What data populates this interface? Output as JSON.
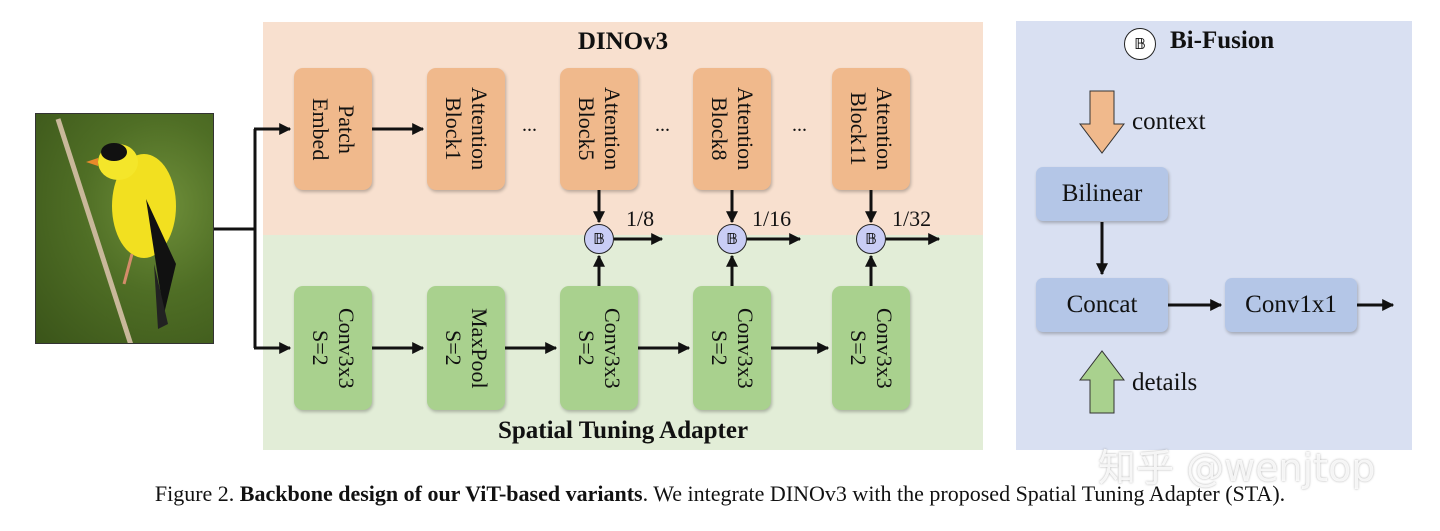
{
  "dino": {
    "title": "DINOv3"
  },
  "sta": {
    "title": "Spatial Tuning Adapter"
  },
  "dino_blocks": [
    {
      "text": "Patch\nEmbed"
    },
    {
      "text": "Attention\nBlock1"
    },
    {
      "text": "Attention\nBlock5"
    },
    {
      "text": "Attention\nBlock8"
    },
    {
      "text": "Attention\nBlock11"
    }
  ],
  "sta_blocks": [
    {
      "text": "Conv3x3\nS=2"
    },
    {
      "text": "MaxPool\nS=2"
    },
    {
      "text": "Conv3x3\nS=2"
    },
    {
      "text": "Conv3x3\nS=2"
    },
    {
      "text": "Conv3x3\nS=2"
    }
  ],
  "ellipsis": "...",
  "fusion_symbol": "𝔹",
  "scales": [
    "1/8",
    "1/16",
    "1/32"
  ],
  "bifusion": {
    "title": "Bi-Fusion",
    "context": "context",
    "details": "details",
    "bilinear": "Bilinear",
    "concat": "Concat",
    "conv": "Conv1x1"
  },
  "caption": {
    "prefix": "Figure 2. ",
    "bold": "Backbone design of our ViT-based variants",
    "rest": ". We integrate DINOv3 with the proposed Spatial Tuning Adapter (STA)."
  },
  "watermark": "知乎 @wenjtop",
  "colors": {
    "dino_panel": "#f8e0cf",
    "sta_panel": "#e2edd7",
    "bifusion_panel": "#d9e0f2",
    "orange_block": "#f0b98c",
    "green_block": "#a9d18e",
    "blue_block": "#b4c6e7"
  }
}
